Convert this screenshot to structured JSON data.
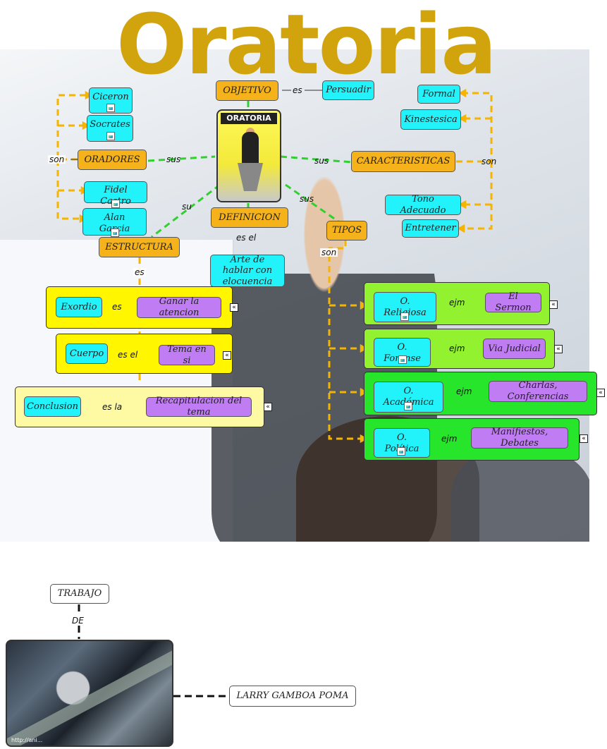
{
  "title": "Oratoria",
  "center_image_caption": "ORATORIA",
  "nodes": {
    "objetivo": "OBJETIVO",
    "persuadir": "Persuadir",
    "ciceron": "Ciceron",
    "socrates": "Socrates",
    "oradores": "ORADORES",
    "fidel": "Fidel Castro",
    "alan": "Alan Garcia",
    "estructura": "ESTRUCTURA",
    "definicion": "DEFINICION",
    "arte": "Arte de hablar con elocuencia",
    "caracteristicas": "CARACTERISTICAS",
    "formal": "Formal",
    "kinestesica": "Kinestesica",
    "tono": "Tono Adecuado",
    "entretener": "Entretener",
    "tipos": "TIPOS",
    "exordio": "Exordio",
    "ganar": "Ganar la atencion",
    "cuerpo": "Cuerpo",
    "tema": "Tema en si",
    "conclusion": "Conclusion",
    "recap": "Recapitulacion del tema",
    "religiosa": "O. Religiosa",
    "sermon": "El Sermon",
    "forense": "O. Forense",
    "judicial": "Via Judicial",
    "academica": "O. Académica",
    "charlas": "Charlas, Conferencias",
    "politica": "O. Política",
    "manifiestos": "Manifiestos, Debates",
    "trabajo": "TRABAJO",
    "larry": "LARRY GAMBOA POMA"
  },
  "labels": {
    "es": "es",
    "es_el": "es el",
    "es_la": "es la",
    "son": "son",
    "sus": "sus",
    "su": "su",
    "ejm": "ejm",
    "de": "DE"
  },
  "photo_caption": "http://ani..."
}
